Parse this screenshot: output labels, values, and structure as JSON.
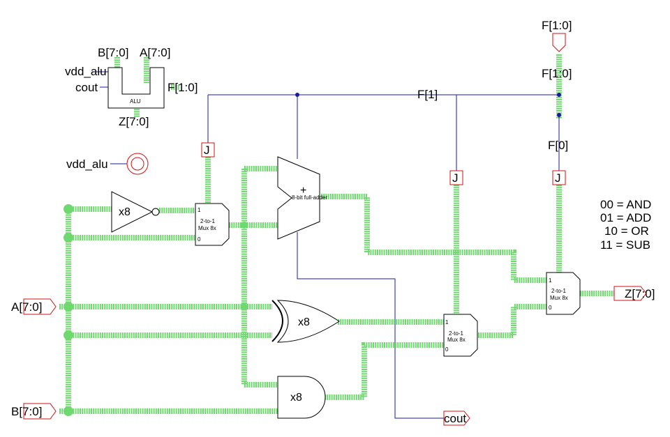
{
  "symbol": {
    "b_in": "B[7:0]",
    "a_in": "A[7:0]",
    "vdd": "vdd_alu",
    "cout": "cout",
    "f_in": "F[1:0]",
    "name": "ALU",
    "z_out": "Z[7:0]"
  },
  "supply_label": "vdd_alu",
  "inverter_label": "x8",
  "mux1": {
    "title": "2-to-1",
    "sub": "Mux 8x",
    "in1": "1",
    "in0": "0"
  },
  "adder": {
    "plus": "+",
    "name": "8-bit full-adder"
  },
  "xor_label": "x8",
  "and_label": "x8",
  "mux2": {
    "title": "2-to-1",
    "sub": "Mux 8x",
    "in1": "1",
    "in0": "0"
  },
  "mux3": {
    "title": "2-to-1",
    "sub": "Mux 8x",
    "in1": "1",
    "in0": "0"
  },
  "ports": {
    "f_top": "F[1:0]",
    "f_bus": "F[1:0]",
    "f1": "F[1]",
    "f0": "F[0]",
    "a_in": "A[7:0]",
    "b_in": "B[7:0]",
    "z_out": "Z[7:0]",
    "cout": "cout"
  },
  "connector_j": [
    "J",
    "J",
    "J"
  ],
  "legend": [
    "00 = AND",
    "01 = ADD",
    "10 = OR",
    "11 = SUB"
  ]
}
